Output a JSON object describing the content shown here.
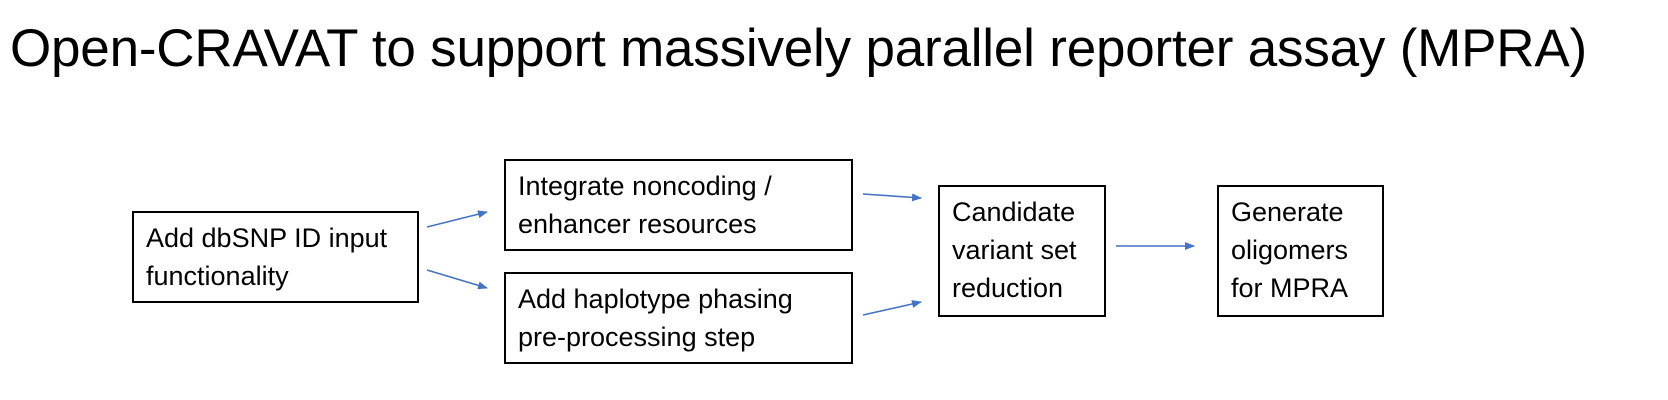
{
  "title": "Open-CRAVAT to support massively parallel reporter assay (MPRA)",
  "colors": {
    "arrow": "#4472C4",
    "box_border": "#000000",
    "background": "#ffffff"
  },
  "nodes": {
    "dbsnp": "Add dbSNP ID input\nfunctionality",
    "integrate": "Integrate noncoding /\nenhancer resources",
    "haplotype": "Add haplotype phasing\npre-processing step",
    "candidate": "Candidate\nvariant set\nreduction",
    "oligomers": "Generate\noligomers\nfor MPRA"
  },
  "edges": [
    {
      "from": "dbsnp",
      "to": "integrate"
    },
    {
      "from": "dbsnp",
      "to": "haplotype"
    },
    {
      "from": "integrate",
      "to": "candidate"
    },
    {
      "from": "haplotype",
      "to": "candidate"
    },
    {
      "from": "candidate",
      "to": "oligomers"
    }
  ]
}
